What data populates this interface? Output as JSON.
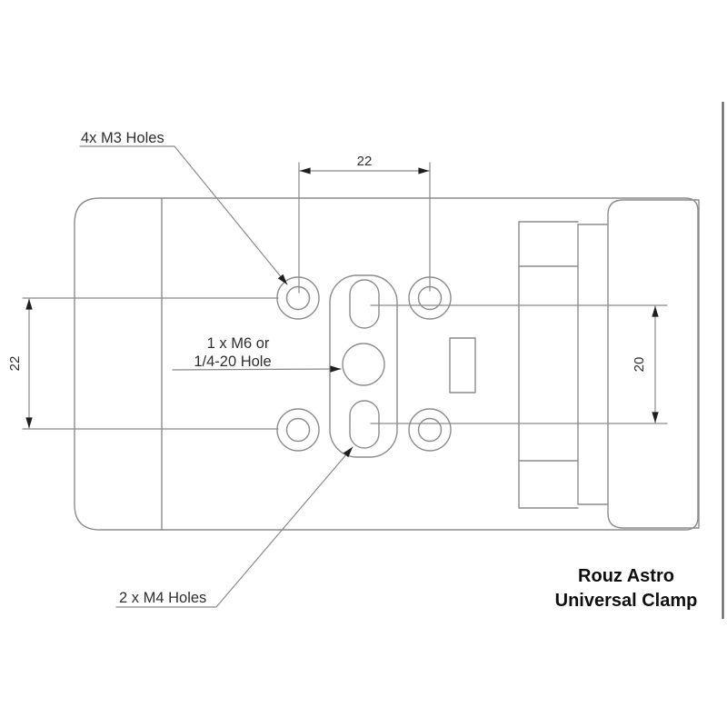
{
  "title": {
    "line1": "Rouz Astro",
    "line2": "Universal Clamp"
  },
  "annotations": {
    "m3_label": "4x M3 Holes",
    "m6_label_line1": "1 x M6 or",
    "m6_label_line2": "1/4-20 Hole",
    "m4_label": "2 x M4 Holes"
  },
  "dimensions": {
    "top_hole_spacing": "22",
    "left_hole_spacing": "22",
    "right_slot_spacing": "20"
  },
  "colors": {
    "background": "#ffffff",
    "drawing_line": "#8c8c8c",
    "arrowhead": "#1f1f1f",
    "annotation_text": "#2e2e2e",
    "title_text": "#0f0f0f",
    "right_edge_artifact": "#4b4b4b"
  }
}
